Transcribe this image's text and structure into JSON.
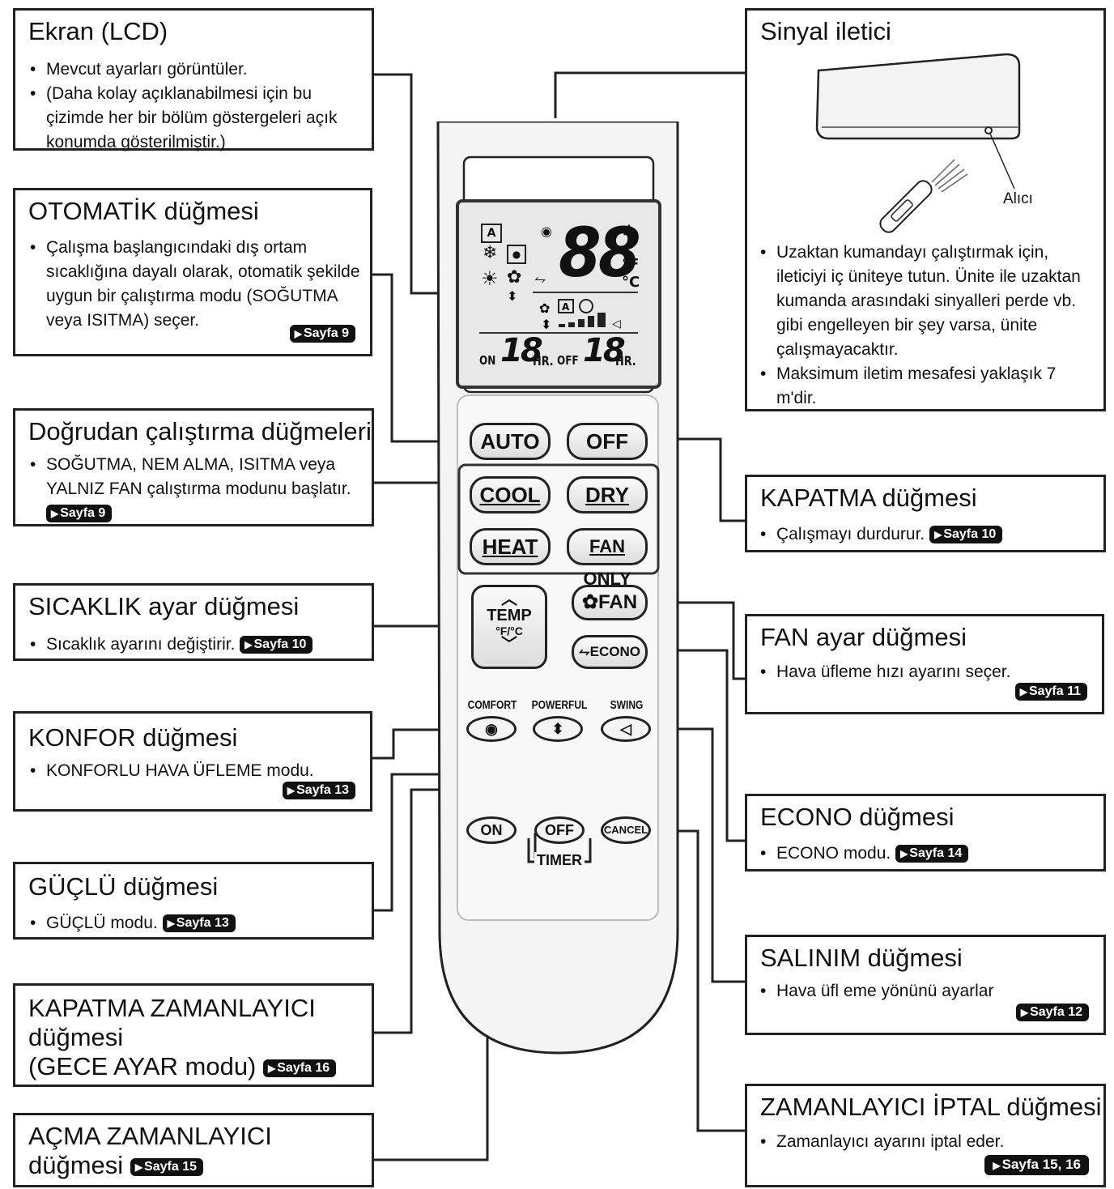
{
  "callouts": {
    "lcd": {
      "title": "Ekran (LCD)",
      "lines": [
        "Mevcut  ayarları görüntüler.",
        "(Daha kolay açıklanabilmesi için bu çizimde her bir bölüm göstergeleri açık konumda gösterilmiştir.)"
      ]
    },
    "auto": {
      "title": "OTOMATİK düğmesi",
      "text": "Çalışma başlangıcındaki dış ortam sıcaklığına dayalı olarak, otomatik şekilde uygun bir çalıştırma modu (SOĞUTMA veya ISITMA) seçer.",
      "page": "Sayfa 9"
    },
    "direct": {
      "title": "Doğrudan çalıştırma düğmeleri",
      "text": "SOĞUTMA, NEM ALMA, ISITMA veya YALNIZ FAN çalıştırma modunu başlatır.",
      "page": "Sayfa 9"
    },
    "temp": {
      "title": "SICAKLIK ayar düğmesi",
      "text": "Sıcaklık ayarını değiştirir.",
      "page": "Sayfa 10"
    },
    "comfort": {
      "title": "KONFOR düğmesi",
      "text": "KONFORLU HAVA ÜFLEME modu.",
      "page": "Sayfa 13"
    },
    "powerful": {
      "title": "GÜÇLÜ düğmesi",
      "text": "GÜÇLÜ  modu.",
      "page": "Sayfa 13"
    },
    "offtimer": {
      "title_line1": "KAPATMA ZAMANLAYICI",
      "title_line2": "düğmesi",
      "title_line3": "(GECE AYAR modu)",
      "page": "Sayfa 16"
    },
    "ontimer": {
      "title_line1": "AÇMA ZAMANLAYICI",
      "title_line2": "düğmesi",
      "page": "Sayfa 15"
    },
    "signal": {
      "title": "Sinyal iletici",
      "receiver_label": "Alıcı",
      "lines": [
        "Uzaktan kumandayı çalıştırmak için, ileticiyi iç üniteye tutun. Ünite ile uzaktan kumanda arasındaki sinyalleri perde vb. gibi engelleyen bir şey varsa, ünite çalışmayacaktır.",
        "Maksimum iletim mesafesi yaklaşık 7 m'dir."
      ]
    },
    "offbtn": {
      "title": "KAPATMA düğmesi",
      "text": "Çalışmayı durdurur.",
      "page": "Sayfa 10"
    },
    "fan": {
      "title": "FAN ayar düğmesi",
      "text": "Hava üfleme hızı ayarını seçer.",
      "page": "Sayfa 11"
    },
    "econo": {
      "title": "ECONO düğmesi",
      "text": "ECONO  modu.",
      "page": "Sayfa 14"
    },
    "swing": {
      "title": "SALINIM düğmesi",
      "text": "Hava üfl eme yönünü ayarlar",
      "page": "Sayfa 12"
    },
    "cancel": {
      "title": "ZAMANLAYICI İPTAL düğmesi",
      "text": "Zamanlayıcı ayarını iptal eder.",
      "page": "Sayfa 15, 16"
    }
  },
  "remote": {
    "lcd": {
      "big_digits": "88",
      "unit_f": "°F",
      "unit_c": "°C",
      "on_label": "ON",
      "off_label": "OFF",
      "timer_digits": "18",
      "hr_label": "HR.",
      "auto_mark": "A"
    },
    "buttons": {
      "auto": "AUTO",
      "off": "OFF",
      "cool": "COOL",
      "dry": "DRY",
      "heat": "HEAT",
      "fan_only": "FAN ONLY",
      "temp_label": "TEMP",
      "temp_units": "°F/°C",
      "fan": "FAN",
      "econo": "ECONO",
      "comfort_label": "COMFORT",
      "powerful_label": "POWERFUL",
      "swing_label": "SWING",
      "timer_on": "ON",
      "timer_off": "OFF",
      "timer_cancel": "CANCEL",
      "timer_label": "TIMER"
    }
  },
  "colors": {
    "line": "#222222",
    "badge_bg": "#111111",
    "remote_body": "#f4f4f4",
    "lcd_bg": "#e8e8e8"
  }
}
